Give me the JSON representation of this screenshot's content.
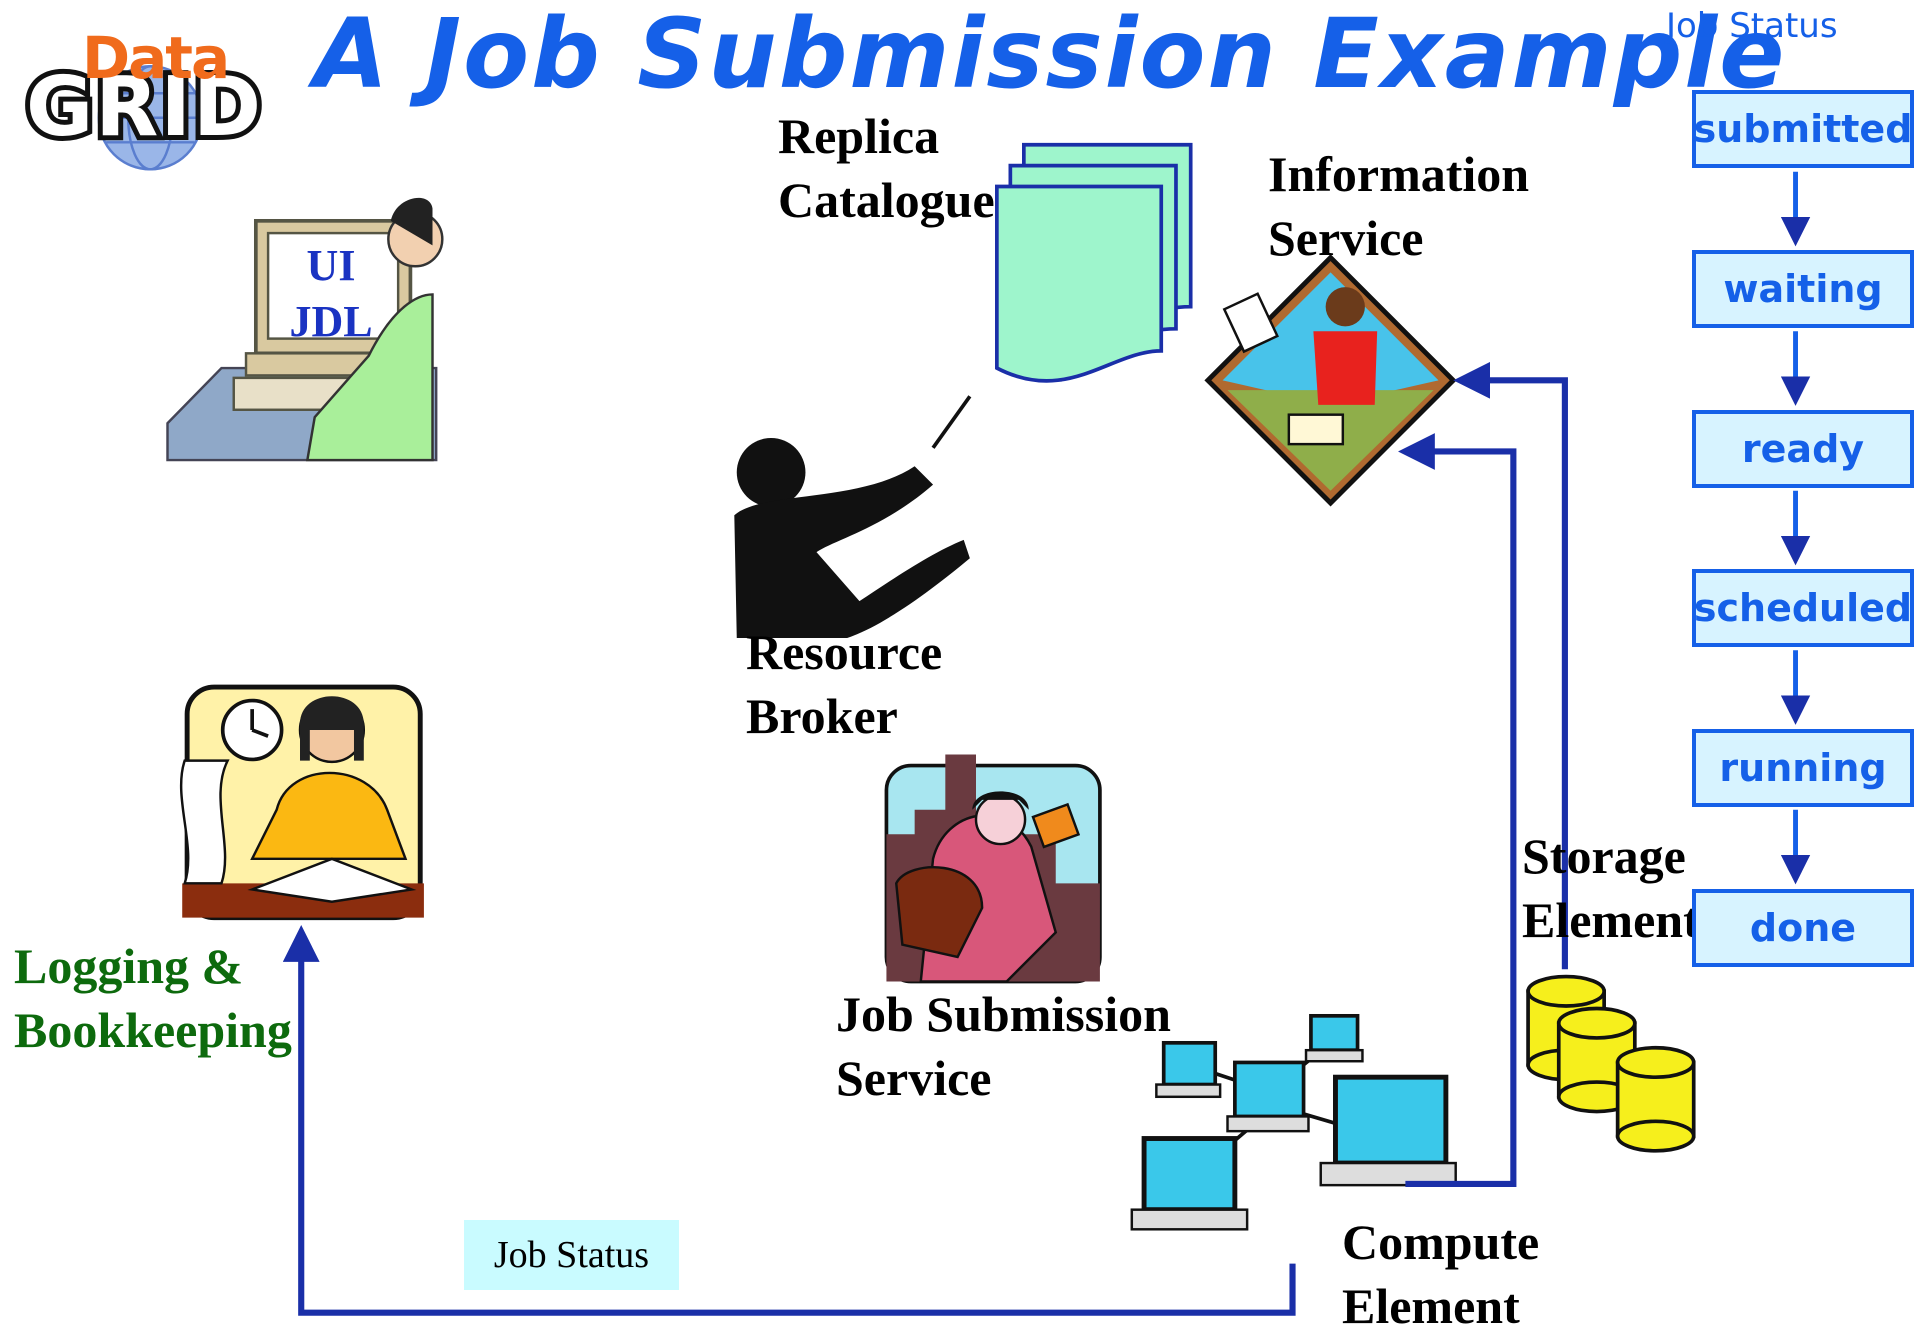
{
  "title": "A Job Submission Example",
  "logo": {
    "word1": "Data",
    "word2": "GRID"
  },
  "ui": {
    "line1": "UI",
    "line2": "JDL"
  },
  "components": {
    "replica_catalogue": {
      "line1": "Replica",
      "line2": "Catalogue"
    },
    "information_service": {
      "line1": "Information",
      "line2": "Service"
    },
    "resource_broker": {
      "line1": "Resource",
      "line2": "Broker"
    },
    "logging": {
      "line1": "Logging &",
      "line2": "Bookkeeping"
    },
    "job_submission": {
      "line1": "Job Submission",
      "line2": "Service"
    },
    "storage_element": {
      "line1": "Storage",
      "line2": "Element"
    },
    "compute_element": {
      "line1": "Compute",
      "line2": "Element"
    }
  },
  "job_status_label": "Job Status",
  "status_panel": {
    "heading": "Job Status",
    "states": [
      "submitted",
      "waiting",
      "ready",
      "scheduled",
      "running",
      "done"
    ]
  },
  "colors": {
    "title": "#1560e8",
    "arrow": "#1a2fa8",
    "status_border": "#1560e8",
    "status_fill": "#d7f3ff",
    "logging_label": "#0d6a0d"
  }
}
